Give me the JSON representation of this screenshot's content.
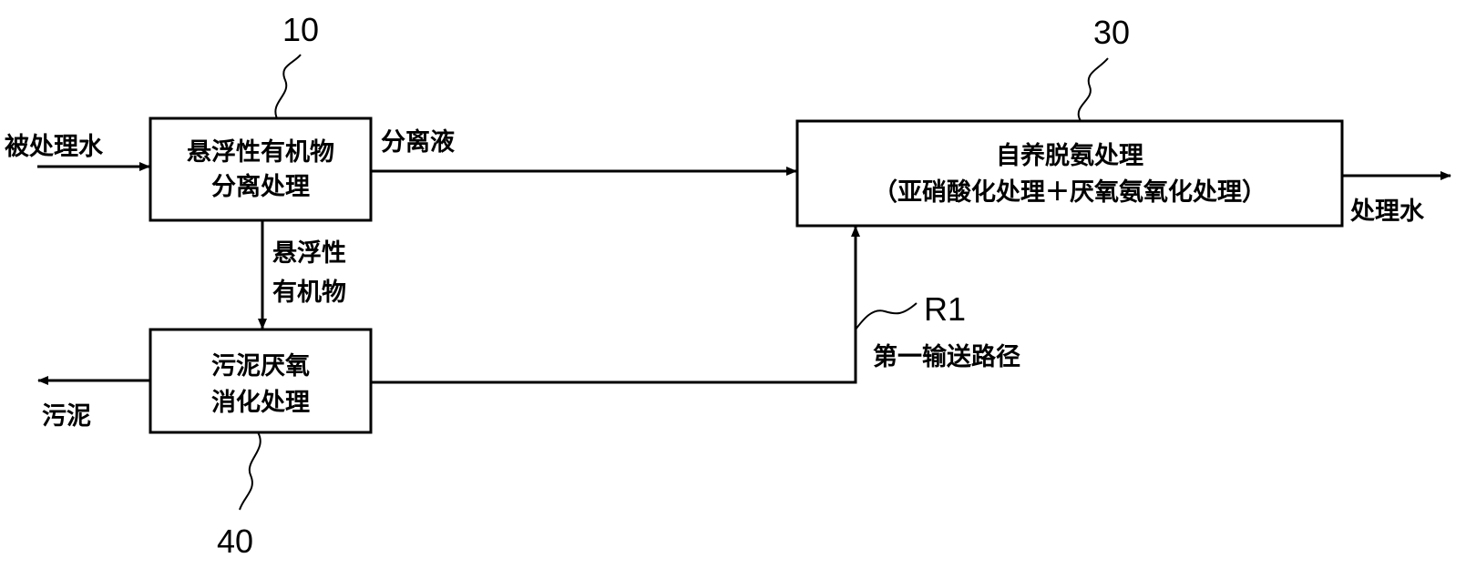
{
  "labels": {
    "process_10": "10",
    "process_30": "30",
    "process_40": "40",
    "route_r1": "R1"
  },
  "boxes": {
    "separation": {
      "line1": "悬浮性有机物",
      "line2": "分离处理"
    },
    "autotrophic": {
      "line1": "自养脱氨处理",
      "line2": "（亚硝酸化处理＋厌氧氨氧化处理）"
    },
    "digestion": {
      "line1": "污泥厌氧",
      "line2": "消化处理"
    }
  },
  "flows": {
    "influent": "被处理水",
    "separated_liquid": "分离液",
    "treated_water": "处理水",
    "suspended_line1": "悬浮性",
    "suspended_line2": "有机物",
    "sludge": "污泥",
    "first_route": "第一输送路径"
  }
}
